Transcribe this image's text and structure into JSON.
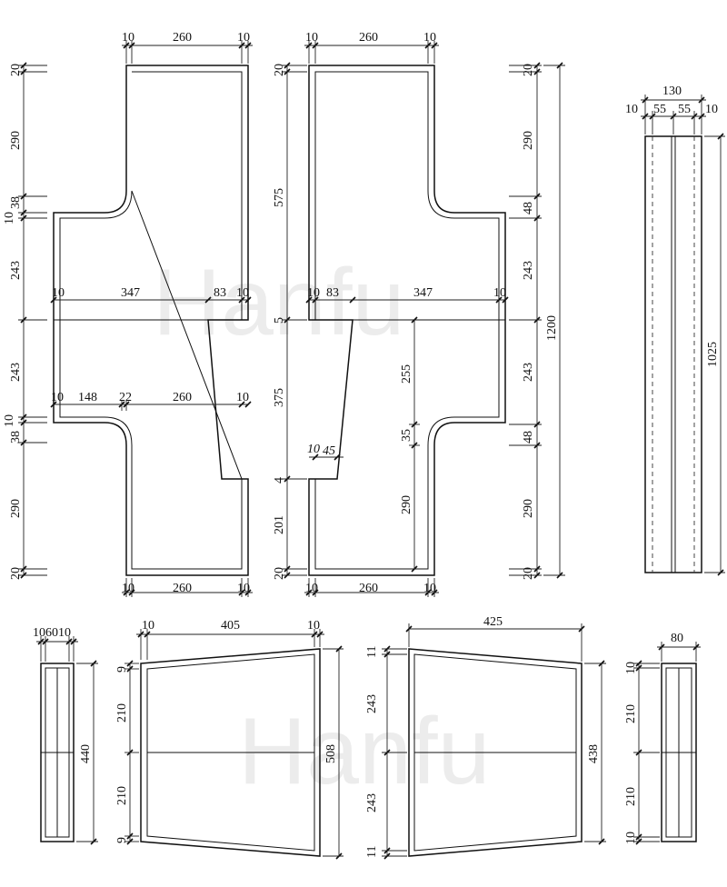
{
  "watermark": "Hanfu",
  "labels": {
    "d10": "10",
    "d260": "260",
    "d20": "20",
    "d290": "290",
    "d38": "38",
    "d243": "243",
    "d347": "347",
    "d83": "83",
    "d148": "148",
    "d22": "22",
    "d575": "575",
    "d5": "5",
    "d375": "375",
    "d4": "4",
    "d201": "201",
    "d255": "255",
    "d35": "35",
    "d45": "45",
    "d48": "48",
    "d1200": "1200",
    "d130": "130",
    "d55": "55",
    "d1025": "1025",
    "d106010": "106010",
    "d440": "440",
    "d405": "405",
    "d9": "9",
    "d210": "210",
    "d508": "508",
    "d425": "425",
    "d11": "11",
    "d438": "438",
    "d80": "80"
  }
}
